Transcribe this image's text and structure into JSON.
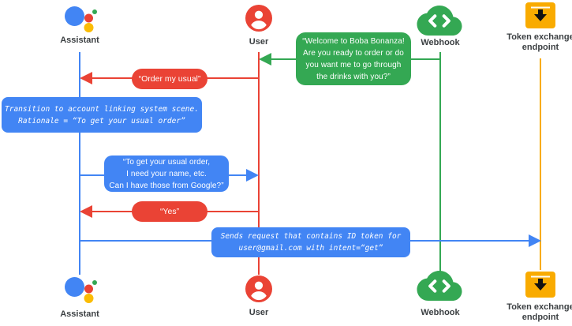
{
  "colors": {
    "assistant_blue": "#4285F4",
    "user_red": "#EA4335",
    "webhook_green": "#34A853",
    "endpoint_amber": "#F9AB00",
    "label_gray": "#3C4043"
  },
  "actors": [
    {
      "label": "Assistant",
      "icon": "google-assistant-icon",
      "color": "#4285F4"
    },
    {
      "label": "User",
      "icon": "user-icon",
      "color": "#EA4335"
    },
    {
      "label": "Webhook",
      "icon": "webhook-cloud-icon",
      "color": "#34A853"
    },
    {
      "label": "Token exchange endpoint",
      "icon": "token-exchange-endpoint-icon",
      "color": "#F9AB00"
    }
  ],
  "messages": [
    {
      "from": "Webhook",
      "to": "User",
      "kind": "speech",
      "color": "green",
      "text": "“Welcome to Boba Bonanza!\nAre you ready to order or do\nyou want me to go through\nthe drinks with you?”"
    },
    {
      "from": "User",
      "to": "Assistant",
      "kind": "speech",
      "color": "red",
      "text": "“Order my usual”"
    },
    {
      "actor": "Assistant",
      "kind": "system-note",
      "color": "blue",
      "text": "Transition to account linking system scene.\nRationale = “To get your usual order”"
    },
    {
      "from": "Assistant",
      "to": "User",
      "kind": "speech",
      "color": "blue",
      "text": "“To get your usual order,\nI need your name, etc.\nCan I have those from Google?”"
    },
    {
      "from": "User",
      "to": "Assistant",
      "kind": "speech",
      "color": "red",
      "text": "“Yes”"
    },
    {
      "from": "Assistant",
      "to": "Token exchange endpoint",
      "kind": "system-note",
      "color": "blue",
      "text": "Sends request that contains ID token for\nuser@gmail.com with intent=“get”"
    }
  ]
}
